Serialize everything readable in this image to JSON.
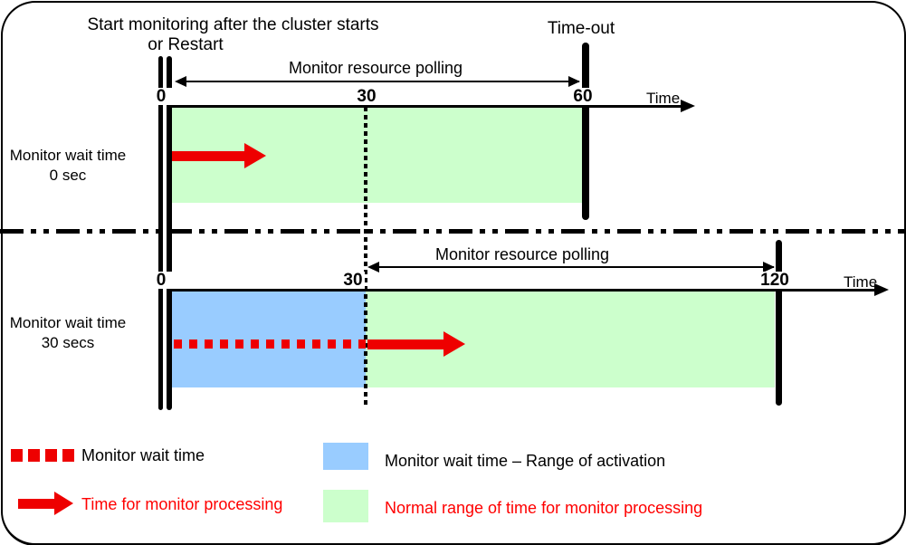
{
  "colors": {
    "normal_range_green": "#ccffcc",
    "activation_range_blue": "#99ccff",
    "arrow_red": "#ee0000",
    "red_text": "#ff0000",
    "line_black": "#000000"
  },
  "header": {
    "start_line1": "Start monitoring after the cluster starts",
    "start_line2": "or Restart",
    "timeout": "Time-out"
  },
  "timeline1": {
    "polling_label": "Monitor resource polling",
    "ticks": [
      "0",
      "30",
      "60"
    ],
    "time_label": "Time",
    "row_label_line1": "Monitor wait time",
    "row_label_line2": "0 sec"
  },
  "timeline2": {
    "polling_label": "Monitor resource polling",
    "ticks": [
      "0",
      "30",
      "120"
    ],
    "time_label": "Time",
    "row_label_line1": "Monitor wait time",
    "row_label_line2": "30 secs"
  },
  "legend": {
    "wait_time": "Monitor wait time",
    "processing": "Time for monitor processing",
    "activation": "Monitor wait time – Range of activation",
    "normal": "Normal range of time for monitor processing"
  }
}
